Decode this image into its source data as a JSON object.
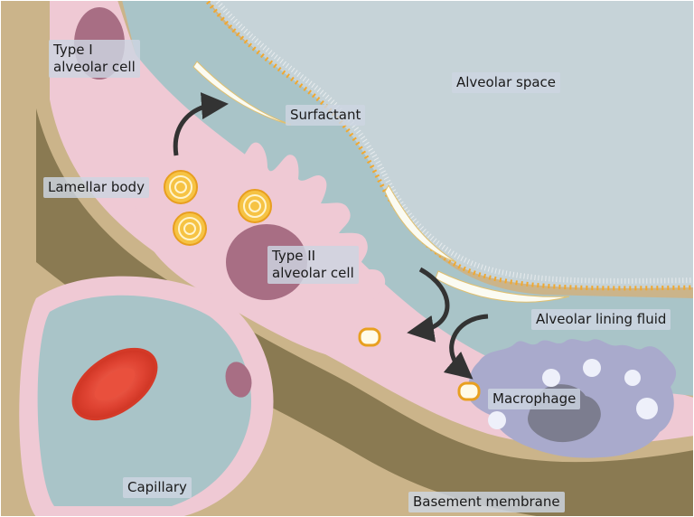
{
  "labels": {
    "type1": "Type I\nalveolar cell",
    "alveolar_space": "Alveolar space",
    "surfactant": "Surfactant",
    "lamellar_body": "Lamellar body",
    "type2": "Type II\nalveolar cell",
    "lining_fluid": "Alveolar lining fluid",
    "macrophage": "Macrophage",
    "capillary": "Capillary",
    "basement_membrane": "Basement membrane"
  },
  "colors": {
    "background": "#cbb48a",
    "alveolar_space": "#c6d3d8",
    "lining_fluid": "#a9c4c8",
    "cell_pink": "#efc9d4",
    "nucleus": "#a86e84",
    "basement": "#8a7a52",
    "surfactant_dots": "#f0a830",
    "rbc": "#e84a3a",
    "macrophage": "#a9aacc",
    "arrow": "#333333"
  }
}
